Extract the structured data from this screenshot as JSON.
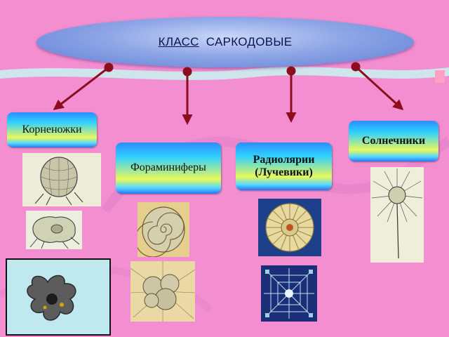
{
  "title": {
    "underlined": "КЛАСС",
    "rest": "САРКОДОВЫЕ"
  },
  "categories": [
    {
      "label": "Корненожки"
    },
    {
      "label": "Фораминиферы"
    },
    {
      "label": "Радиолярии (Лучевики)"
    },
    {
      "label": "Солнечники"
    }
  ],
  "colors": {
    "background": "#f38fd0",
    "title_fill": "#8ea6e6",
    "arrow": "#8b0d1e",
    "stripe": "#c7f5f0"
  }
}
